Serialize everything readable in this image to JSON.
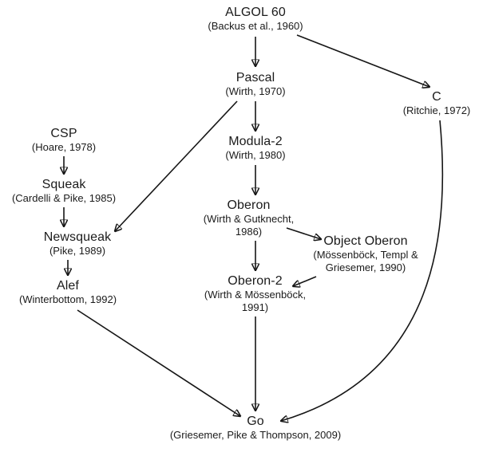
{
  "diagram": {
    "nodes": [
      {
        "id": "algol60",
        "name": "ALGOL 60",
        "citation": "(Backus et al., 1960)"
      },
      {
        "id": "pascal",
        "name": "Pascal",
        "citation": "(Wirth, 1970)"
      },
      {
        "id": "c",
        "name": "C",
        "citation": "(Ritchie, 1972)"
      },
      {
        "id": "csp",
        "name": "CSP",
        "citation": "(Hoare, 1978)"
      },
      {
        "id": "modula2",
        "name": "Modula-2",
        "citation": "(Wirth, 1980)"
      },
      {
        "id": "squeak",
        "name": "Squeak",
        "citation": "(Cardelli & Pike, 1985)"
      },
      {
        "id": "oberon",
        "name": "Oberon",
        "citation": "(Wirth & Gutknecht, 1986)"
      },
      {
        "id": "newsqueak",
        "name": "Newsqueak",
        "citation": "(Pike, 1989)"
      },
      {
        "id": "objectoberon",
        "name": "Object Oberon",
        "citation": "(Mössenböck, Templ & Griesemer, 1990)"
      },
      {
        "id": "oberon2",
        "name": "Oberon-2",
        "citation": "(Wirth & Mössenböck, 1991)"
      },
      {
        "id": "alef",
        "name": "Alef",
        "citation": "(Winterbottom, 1992)"
      },
      {
        "id": "go",
        "name": "Go",
        "citation": "(Griesemer, Pike & Thompson, 2009)"
      }
    ],
    "edges": [
      {
        "from": "algol60",
        "to": "pascal"
      },
      {
        "from": "algol60",
        "to": "c"
      },
      {
        "from": "pascal",
        "to": "modula2"
      },
      {
        "from": "pascal",
        "to": "newsqueak"
      },
      {
        "from": "modula2",
        "to": "oberon"
      },
      {
        "from": "csp",
        "to": "squeak"
      },
      {
        "from": "squeak",
        "to": "newsqueak"
      },
      {
        "from": "newsqueak",
        "to": "alef"
      },
      {
        "from": "oberon",
        "to": "objectoberon"
      },
      {
        "from": "oberon",
        "to": "oberon2"
      },
      {
        "from": "objectoberon",
        "to": "oberon2"
      },
      {
        "from": "alef",
        "to": "go"
      },
      {
        "from": "oberon2",
        "to": "go"
      },
      {
        "from": "c",
        "to": "go"
      }
    ],
    "colors": {
      "background": "#ffffff",
      "text": "#1b1b1b",
      "arrow": "#161616"
    }
  }
}
